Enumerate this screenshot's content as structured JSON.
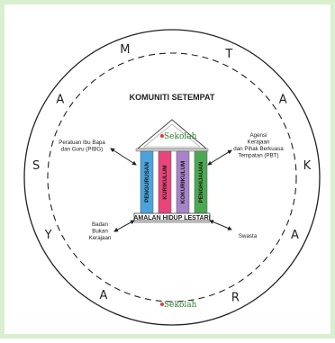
{
  "ring_letters": [
    "M",
    "A",
    "S",
    "Y",
    "A",
    "R",
    "A",
    "K",
    "A",
    "T"
  ],
  "title": "KOMUNITI SETEMPAT",
  "school_logo": {
    "text": "Sekolah",
    "sub": ""
  },
  "bottom_logo": {
    "text": "Sekolah"
  },
  "pillars": [
    {
      "label": "PENGURUSAN",
      "color": "#4aa3dc"
    },
    {
      "label": "KURIKULUM",
      "color": "#e8457a"
    },
    {
      "label": "KOKURIKULUM",
      "color": "#a883c9"
    },
    {
      "label": "PENGHIJAUAN",
      "color": "#4ba852"
    }
  ],
  "foundation": "AMALAN HIDUP LESTARI",
  "stakeholders": {
    "top_left": [
      "Peratuan Ibu Bapa",
      "dan Guru (PIBG)"
    ],
    "top_right": [
      "Agensi",
      "Kerajaan",
      "dan Pihak Berkuasa",
      "Tempatan (PBT)"
    ],
    "bottom_left": [
      "Badan",
      "Bukan",
      "Kerajaan"
    ],
    "bottom_right": [
      "Swasta"
    ]
  }
}
